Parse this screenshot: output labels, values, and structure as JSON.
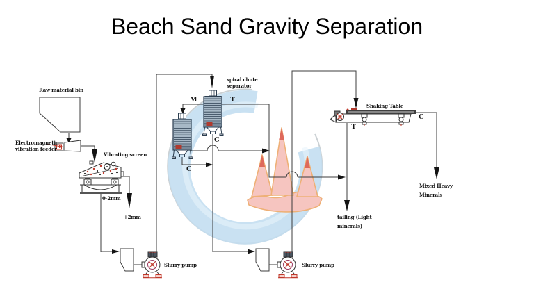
{
  "title": "Beach Sand Gravity Separation",
  "colors": {
    "line": "#3c3c3c",
    "accent_red": "#c0392b",
    "watermark_blue": "#b9d8ed",
    "watermark_pink": "#f5bcb6",
    "watermark_orange": "#eca35f"
  },
  "labels": {
    "raw_material_bin": "Raw material bin",
    "feeder_line1": "Electromagnetic",
    "feeder_line2": "vibration feeder",
    "vibrating_screen": "Vibrating screen",
    "undersize": "0-2mm",
    "oversize": "+2mm",
    "spiral_line1": "spiral chute",
    "spiral_line2": "separator",
    "shaking_table": "Shaking Table",
    "slurry_pump_1": "Slurry pump",
    "slurry_pump_2": "Slurry pump",
    "stream_m": "M",
    "stream_t_spiral": "T",
    "stream_c_spiral_upper": "C",
    "stream_c_spiral_lower": "C",
    "stream_t_table": "T",
    "stream_c_table": "C",
    "tailing_line1": "tailing (Light",
    "tailing_line2": "minerals)",
    "mixed_line1": "Mixed Heavy",
    "mixed_line2": "Minerals"
  }
}
